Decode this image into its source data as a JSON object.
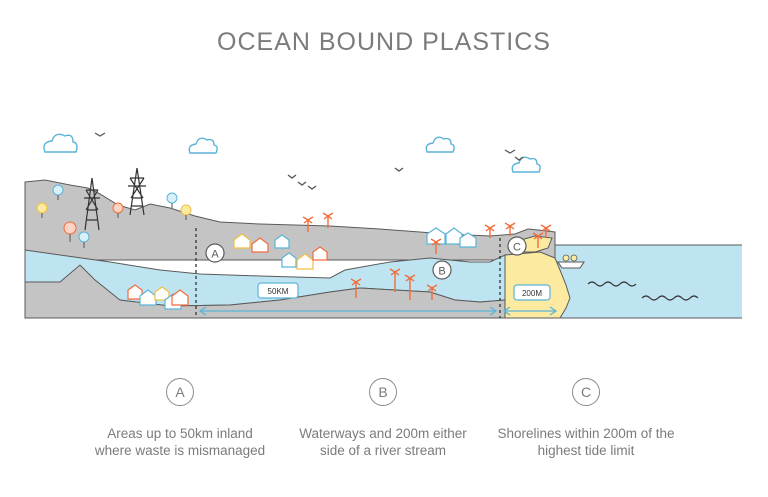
{
  "title": "OCEAN BOUND PLASTICS",
  "markers": {
    "a": "A",
    "b": "B",
    "c": "C"
  },
  "distance_labels": {
    "inland": "50KM",
    "shore": "200M"
  },
  "legend": [
    {
      "letter": "A",
      "text": "Areas up to 50km inland where waste is mismanaged"
    },
    {
      "letter": "B",
      "text": "Waterways and 200m either side of a river stream"
    },
    {
      "letter": "C",
      "text": "Shorelines within 200m of the highest tide limit"
    }
  ],
  "colors": {
    "land": "#c4c4c4",
    "water": "#bfe4f1",
    "sand": "#fbeaa0",
    "outline": "#5a5a5a",
    "palm": "#f26b3a",
    "text": "#7b7b7b"
  }
}
